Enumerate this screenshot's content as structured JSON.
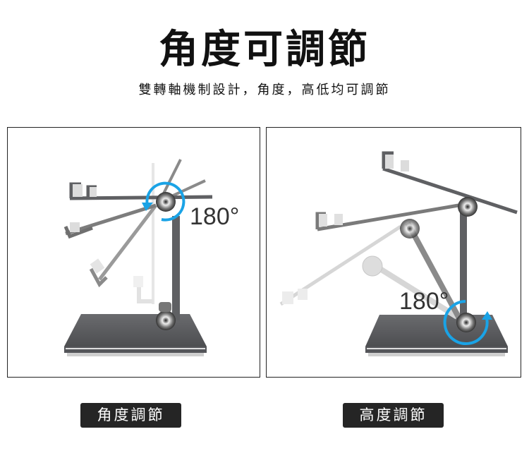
{
  "header": {
    "title": "角度可調節",
    "subtitle": "雙轉軸機制設計，角度，高低均可調節"
  },
  "panels": [
    {
      "id": "angle",
      "angle_label": "180°",
      "caption": "角度調節",
      "icon": "rotate-counterclockwise-arrow-icon"
    },
    {
      "id": "height",
      "angle_label": "180°",
      "caption": "高度調節",
      "icon": "rotate-clockwise-arrow-icon"
    }
  ],
  "colors": {
    "accent_blue": "#1aa3e6",
    "stand_dark": "#5f6063",
    "caption_bg": "#252525",
    "text": "#111111"
  }
}
